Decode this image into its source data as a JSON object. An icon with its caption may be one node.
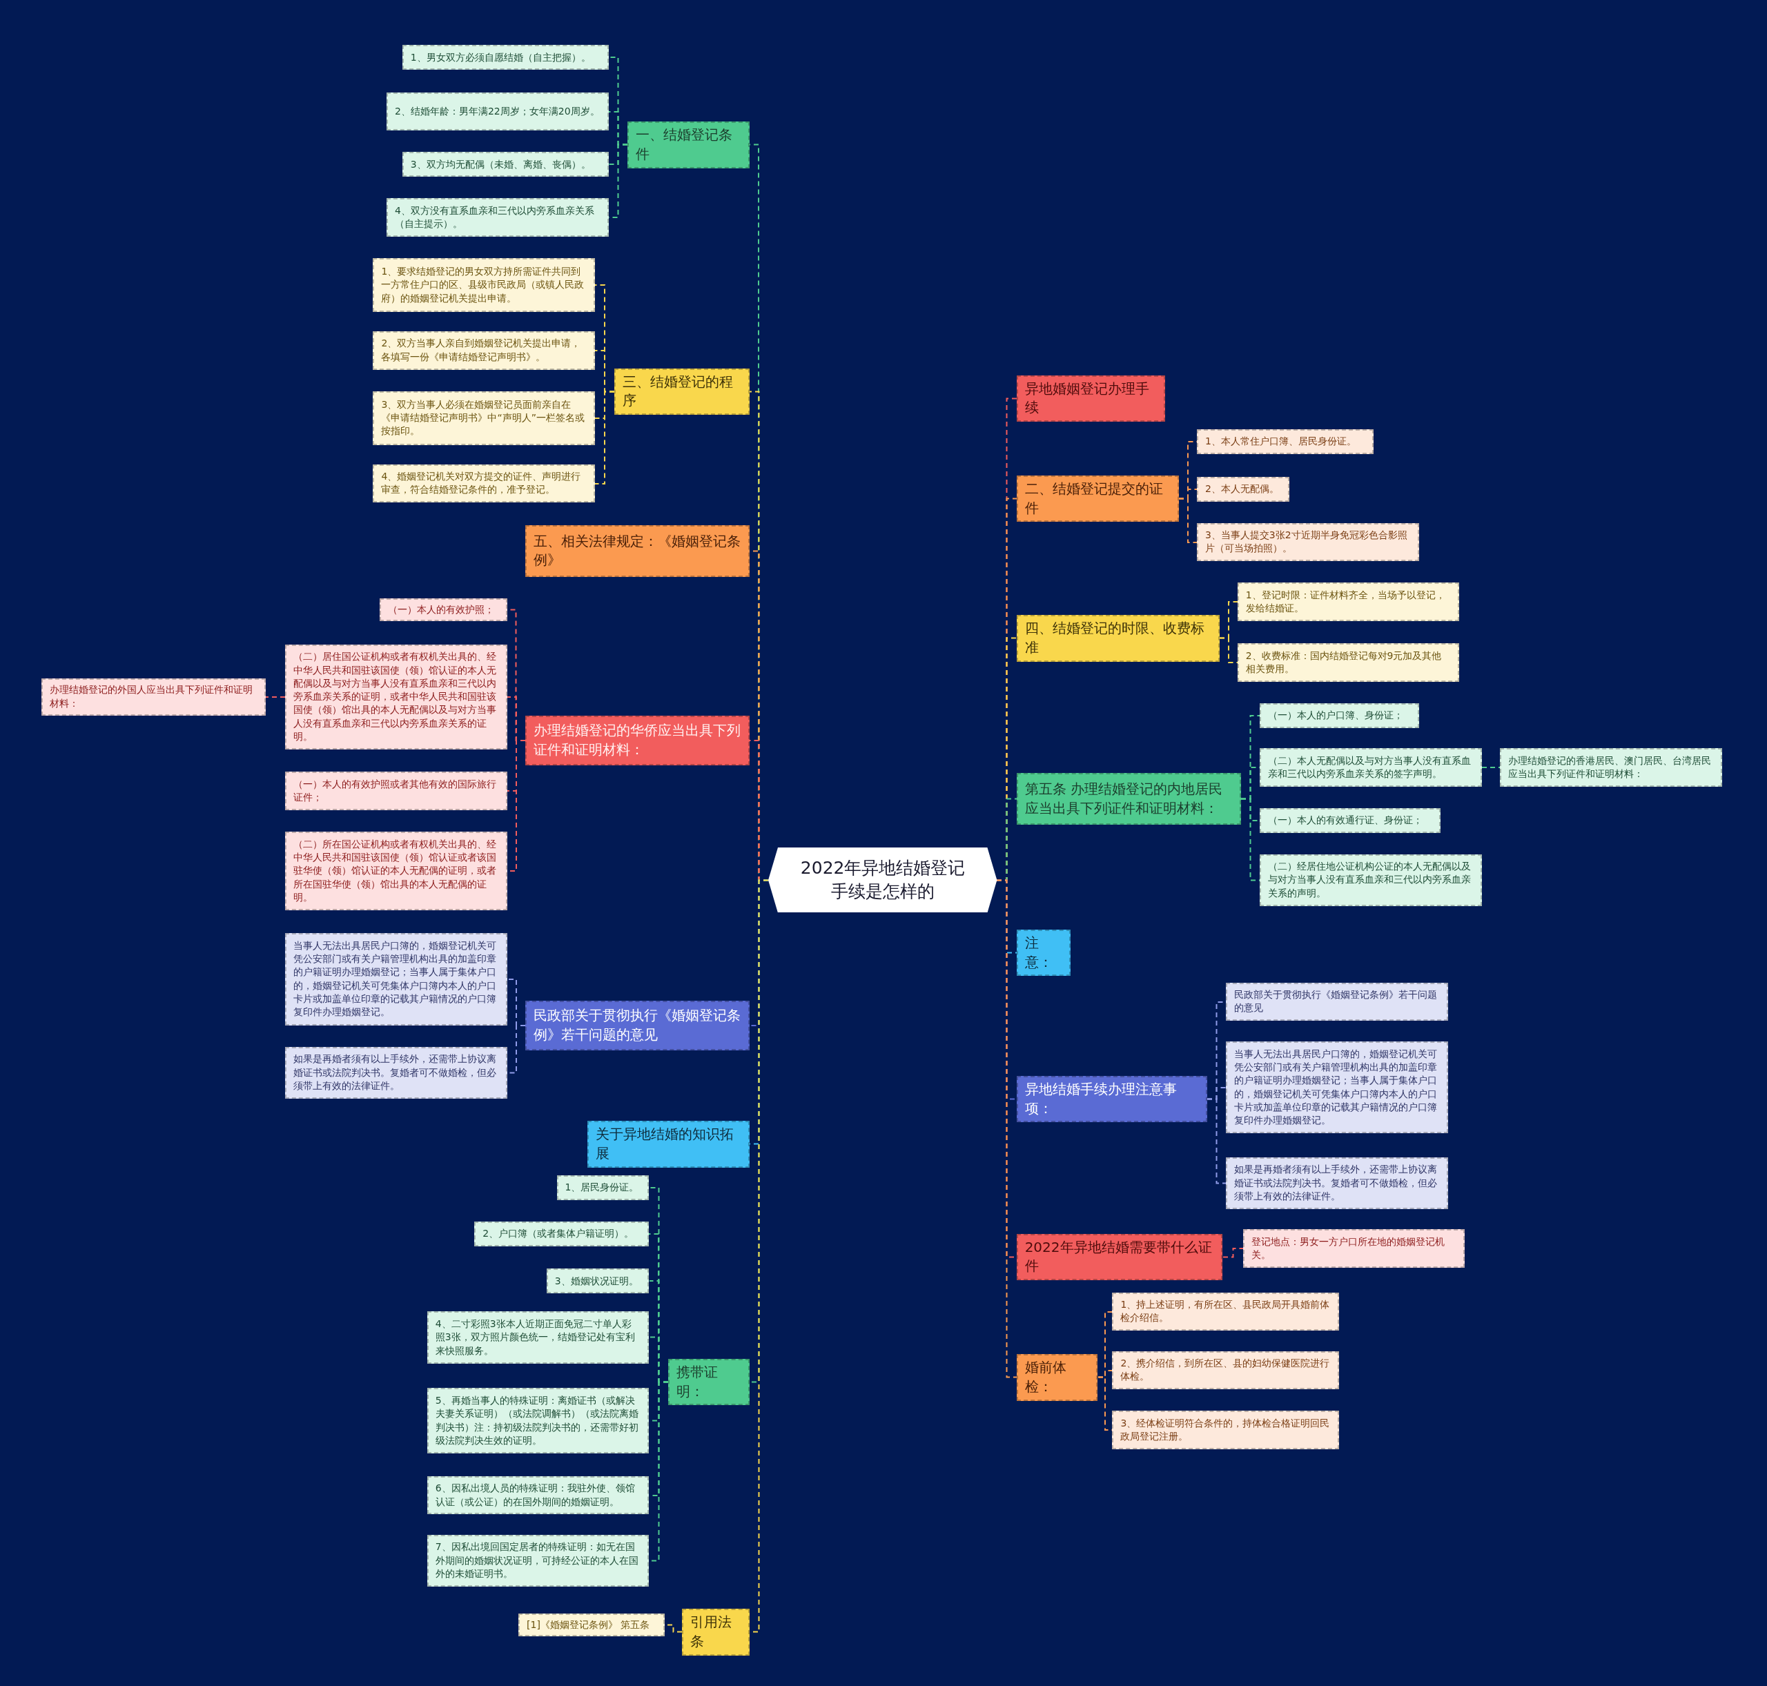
{
  "diagram": {
    "nodes": [
      {
        "text": [
          "2022年异地结婚登记手续是怎样的"
        ]
      },
      {
        "text": [
          "一、结婚登记条件"
        ]
      },
      {
        "text": [
          "1、男女双方必须自愿结婚（自主把握）。"
        ]
      },
      {
        "text": [
          "2、结婚年龄：男年满22周岁；女年满20周岁。"
        ]
      },
      {
        "text": [
          "3、双方均无配偶（未婚、离婚、丧偶）。"
        ]
      },
      {
        "text": [
          "4、双方没有直系血亲和三代以内旁系血亲关系（自主提示）。"
        ]
      },
      {
        "text": [
          "三、结婚登记的程序"
        ]
      },
      {
        "text": [
          "1、要求结婚登记的男女双方持所需证件共同到一方常住户口的区、县级市民政局（或镇人民政府）的婚姻登记机关提出申请。"
        ]
      },
      {
        "text": [
          "2、双方当事人亲自到婚姻登记机关提出申请，各填写一份《申请结婚登记声明书》。"
        ]
      },
      {
        "text": [
          "3、双方当事人必须在婚姻登记员面前亲自在《申请结婚登记声明书》中“声明人”一栏签名或按指印。"
        ]
      },
      {
        "text": [
          "4、婚姻登记机关对双方提交的证件、声明进行审查，符合结婚登记条件的，准予登记。"
        ]
      },
      {
        "text": [
          "五、相关法律规定：《婚姻登记条例》"
        ]
      },
      {
        "text": [
          "办理结婚登记的华侨应当出具下列证件和证明材料："
        ]
      },
      {
        "text": [
          "（一）本人的有效护照；"
        ]
      },
      {
        "text": [
          "（二）居住国公证机构或者有权机关出具的、经中华人民共和国驻该国使（领）馆认证的本人无配偶以及与对方当事人没有直系血亲和三代以内旁系血亲关系的证明，或者中华人民共和国驻该国使（领）馆出具的本人无配偶以及与对方当事人没有直系血亲和三代以内旁系血亲关系的证明。"
        ]
      },
      {
        "text": [
          "（一）本人的有效护照或者其他有效的国际旅行证件；"
        ]
      },
      {
        "text": [
          "（二）所在国公证机构或者有权机关出具的、经中华人民共和国驻该国使（领）馆认证或者该国驻华使（领）馆认证的本人无配偶的证明，或者所在国驻华使（领）馆出具的本人无配偶的证明。"
        ]
      },
      {
        "text": [
          "办理结婚登记的外国人应当出具下列证件和证明材料："
        ]
      },
      {
        "text": [
          "民政部关于贯彻执行《婚姻登记条例》若干问题的意见"
        ]
      },
      {
        "text": [
          "当事人无法出具居民户口簿的，婚姻登记机关可凭公安部门或有关户籍管理机构出具的加盖印章的户籍证明办理婚姻登记；当事人属于集体户口的，婚姻登记机关可凭集体户口簿内本人的户口卡片或加盖单位印章的记载其户籍情况的户口簿复印件办理婚姻登记。"
        ]
      },
      {
        "text": [
          "如果是再婚者须有以上手续外，还需带上协议离婚证书或法院判决书。复婚者可不做婚检，但必须带上有效的法律证件。"
        ]
      },
      {
        "text": [
          "关于异地结婚的知识拓展"
        ]
      },
      {
        "text": [
          "携带证明："
        ]
      },
      {
        "text": [
          "1、居民身份证。"
        ]
      },
      {
        "text": [
          "2、户口簿（或者集体户籍证明）。"
        ]
      },
      {
        "text": [
          "3、婚姻状况证明。"
        ]
      },
      {
        "text": [
          "4、二寸彩照3张本人近期正面免冠二寸单人彩照3张，双方照片颜色统一，结婚登记处有宝利来快照服务。"
        ]
      },
      {
        "text": [
          "5、再婚当事人的特殊证明：离婚证书（或解决夫妻关系证明）（或法院调解书）（或法院离婚判决书）注：持初级法院判决书的，还需带好初级法院判决生效的证明。"
        ]
      },
      {
        "text": [
          "6、因私出境人员的特殊证明：我驻外使、领馆认证（或公证）的在国外期间的婚姻证明。"
        ]
      },
      {
        "text": [
          "7、因私出境回国定居者的特殊证明：如无在国外期间的婚姻状况证明，可持经公证的本人在国外的未婚证明书。"
        ]
      },
      {
        "text": [
          "引用法条"
        ]
      },
      {
        "text": [
          "[1]《婚姻登记条例》 第五条"
        ]
      },
      {
        "text": [
          "异地婚姻登记办理手续"
        ]
      },
      {
        "text": [
          "二、结婚登记提交的证件"
        ]
      },
      {
        "text": [
          "1、本人常住户口簿、居民身份证。"
        ]
      },
      {
        "text": [
          "2、本人无配偶。"
        ]
      },
      {
        "text": [
          "3、当事人提交3张2寸近期半身免冠彩色合影照片（可当场拍照）。"
        ]
      },
      {
        "text": [
          "四、结婚登记的时限、收费标准"
        ]
      },
      {
        "text": [
          "1、登记时限：证件材料齐全，当场予以登记，发给结婚证。"
        ]
      },
      {
        "text": [
          "2、收费标准：国内结婚登记每对9元加及其他相关费用。"
        ]
      },
      {
        "text": [
          "第五条 办理结婚登记的内地居民应当出具下列证件和证明材料："
        ]
      },
      {
        "text": [
          "（一）本人的户口簿、身份证；"
        ]
      },
      {
        "text": [
          "（二）本人无配偶以及与对方当事人没有直系血亲和三代以内旁系血亲关系的签字声明。"
        ]
      },
      {
        "text": [
          "办理结婚登记的香港居民、澳门居民、台湾居民应当出具下列证件和证明材料："
        ]
      },
      {
        "text": [
          "（一）本人的有效通行证、身份证；"
        ]
      },
      {
        "text": [
          "（二）经居住地公证机构公证的本人无配偶以及与对方当事人没有直系血亲和三代以内旁系血亲关系的声明。"
        ]
      },
      {
        "text": [
          "注意："
        ]
      },
      {
        "text": [
          "异地结婚手续办理注意事项："
        ]
      },
      {
        "text": [
          "民政部关于贯彻执行《婚姻登记条例》若干问题的意见"
        ]
      },
      {
        "text": [
          "当事人无法出具居民户口簿的，婚姻登记机关可凭公安部门或有关户籍管理机构出具的加盖印章的户籍证明办理婚姻登记；当事人属于集体户口的，婚姻登记机关可凭集体户口簿内本人的户口卡片或加盖单位印章的记载其户籍情况的户口簿复印件办理婚姻登记。"
        ]
      },
      {
        "text": [
          "如果是再婚者须有以上手续外，还需带上协议离婚证书或法院判决书。复婚者可不做婚检，但必须带上有效的法律证件。"
        ]
      },
      {
        "text": [
          "2022年异地结婚需要带什么证件"
        ]
      },
      {
        "text": [
          "登记地点：男女一方户口所在地的婚姻登记机关。"
        ]
      },
      {
        "text": [
          "婚前体检："
        ]
      },
      {
        "text": [
          "1、持上述证明，有所在区、县民政局开具婚前体检介绍信。"
        ]
      },
      {
        "text": [
          "2、携介绍信，到所在区、县的妇幼保健医院进行体检。"
        ]
      },
      {
        "text": [
          "3、经体检证明符合条件的，持体检合格证明回民政局登记注册。"
        ]
      }
    ],
    "edges": [
      {
        "from": 0,
        "to": 1,
        "arrow": "none",
        "color": "#4fcb8f"
      },
      {
        "from": 1,
        "to": 2,
        "arrow": "none",
        "color": "#4fcb8f"
      },
      {
        "from": 1,
        "to": 3,
        "arrow": "none",
        "color": "#4fcb8f"
      },
      {
        "from": 1,
        "to": 4,
        "arrow": "none",
        "color": "#4fcb8f"
      },
      {
        "from": 1,
        "to": 5,
        "arrow": "none",
        "color": "#4fcb8f"
      },
      {
        "from": 0,
        "to": 6,
        "arrow": "none",
        "color": "#f9d74c"
      },
      {
        "from": 6,
        "to": 7,
        "arrow": "none",
        "color": "#f9d74c"
      },
      {
        "from": 6,
        "to": 8,
        "arrow": "none",
        "color": "#f9d74c"
      },
      {
        "from": 6,
        "to": 9,
        "arrow": "none",
        "color": "#f9d74c"
      },
      {
        "from": 6,
        "to": 10,
        "arrow": "none",
        "color": "#f9d74c"
      },
      {
        "from": 0,
        "to": 11,
        "arrow": "none",
        "color": "#fb9a50"
      },
      {
        "from": 0,
        "to": 12,
        "arrow": "none",
        "color": "#f25d5d"
      },
      {
        "from": 12,
        "to": 13,
        "arrow": "none",
        "color": "#f25d5d"
      },
      {
        "from": 12,
        "to": 14,
        "arrow": "none",
        "color": "#f25d5d"
      },
      {
        "from": 12,
        "to": 15,
        "arrow": "none",
        "color": "#f25d5d"
      },
      {
        "from": 12,
        "to": 16,
        "arrow": "none",
        "color": "#f25d5d"
      },
      {
        "from": 14,
        "to": 17,
        "arrow": "none",
        "color": "#f25d5d"
      },
      {
        "from": 0,
        "to": 18,
        "arrow": "none",
        "color": "#5a6bd4"
      },
      {
        "from": 18,
        "to": 19,
        "arrow": "none",
        "color": "#8f9be8"
      },
      {
        "from": 18,
        "to": 20,
        "arrow": "none",
        "color": "#8f9be8"
      },
      {
        "from": 0,
        "to": 21,
        "arrow": "none",
        "color": "#40bff5"
      },
      {
        "from": 0,
        "to": 22,
        "arrow": "none",
        "color": "#4fcb8f"
      },
      {
        "from": 22,
        "to": 23,
        "arrow": "none",
        "color": "#4fcb8f"
      },
      {
        "from": 22,
        "to": 24,
        "arrow": "none",
        "color": "#4fcb8f"
      },
      {
        "from": 22,
        "to": 25,
        "arrow": "none",
        "color": "#4fcb8f"
      },
      {
        "from": 22,
        "to": 26,
        "arrow": "none",
        "color": "#4fcb8f"
      },
      {
        "from": 22,
        "to": 27,
        "arrow": "none",
        "color": "#4fcb8f"
      },
      {
        "from": 22,
        "to": 28,
        "arrow": "none",
        "color": "#4fcb8f"
      },
      {
        "from": 22,
        "to": 29,
        "arrow": "none",
        "color": "#4fcb8f"
      },
      {
        "from": 0,
        "to": 30,
        "arrow": "none",
        "color": "#f9d74c"
      },
      {
        "from": 30,
        "to": 31,
        "arrow": "none",
        "color": "#f9d74c"
      },
      {
        "from": 0,
        "to": 32,
        "arrow": "none",
        "color": "#f25d5d"
      },
      {
        "from": 0,
        "to": 33,
        "arrow": "none",
        "color": "#fb9a50"
      },
      {
        "from": 33,
        "to": 34,
        "arrow": "none",
        "color": "#fb9a50"
      },
      {
        "from": 33,
        "to": 35,
        "arrow": "none",
        "color": "#fb9a50"
      },
      {
        "from": 33,
        "to": 36,
        "arrow": "none",
        "color": "#fb9a50"
      },
      {
        "from": 0,
        "to": 37,
        "arrow": "none",
        "color": "#f9d74c"
      },
      {
        "from": 37,
        "to": 38,
        "arrow": "none",
        "color": "#f9d74c"
      },
      {
        "from": 37,
        "to": 39,
        "arrow": "none",
        "color": "#f9d74c"
      },
      {
        "from": 0,
        "to": 40,
        "arrow": "none",
        "color": "#4fcb8f"
      },
      {
        "from": 40,
        "to": 41,
        "arrow": "none",
        "color": "#4fcb8f"
      },
      {
        "from": 40,
        "to": 42,
        "arrow": "none",
        "color": "#4fcb8f"
      },
      {
        "from": 42,
        "to": 43,
        "arrow": "none",
        "color": "#4fcb8f"
      },
      {
        "from": 40,
        "to": 44,
        "arrow": "none",
        "color": "#4fcb8f"
      },
      {
        "from": 40,
        "to": 45,
        "arrow": "none",
        "color": "#4fcb8f"
      },
      {
        "from": 0,
        "to": 46,
        "arrow": "none",
        "color": "#40bff5"
      },
      {
        "from": 0,
        "to": 47,
        "arrow": "none",
        "color": "#5a6bd4"
      },
      {
        "from": 47,
        "to": 48,
        "arrow": "none",
        "color": "#8f9be8"
      },
      {
        "from": 47,
        "to": 49,
        "arrow": "none",
        "color": "#8f9be8"
      },
      {
        "from": 47,
        "to": 50,
        "arrow": "none",
        "color": "#8f9be8"
      },
      {
        "from": 0,
        "to": 51,
        "arrow": "none",
        "color": "#f25d5d"
      },
      {
        "from": 51,
        "to": 52,
        "arrow": "none",
        "color": "#f25d5d"
      },
      {
        "from": 0,
        "to": 53,
        "arrow": "none",
        "color": "#fb9a50"
      },
      {
        "from": 53,
        "to": 54,
        "arrow": "none",
        "color": "#fb9a50"
      },
      {
        "from": 53,
        "to": 55,
        "arrow": "none",
        "color": "#fb9a50"
      },
      {
        "from": 53,
        "to": 56,
        "arrow": "none",
        "color": "#fb9a50"
      }
    ]
  }
}
